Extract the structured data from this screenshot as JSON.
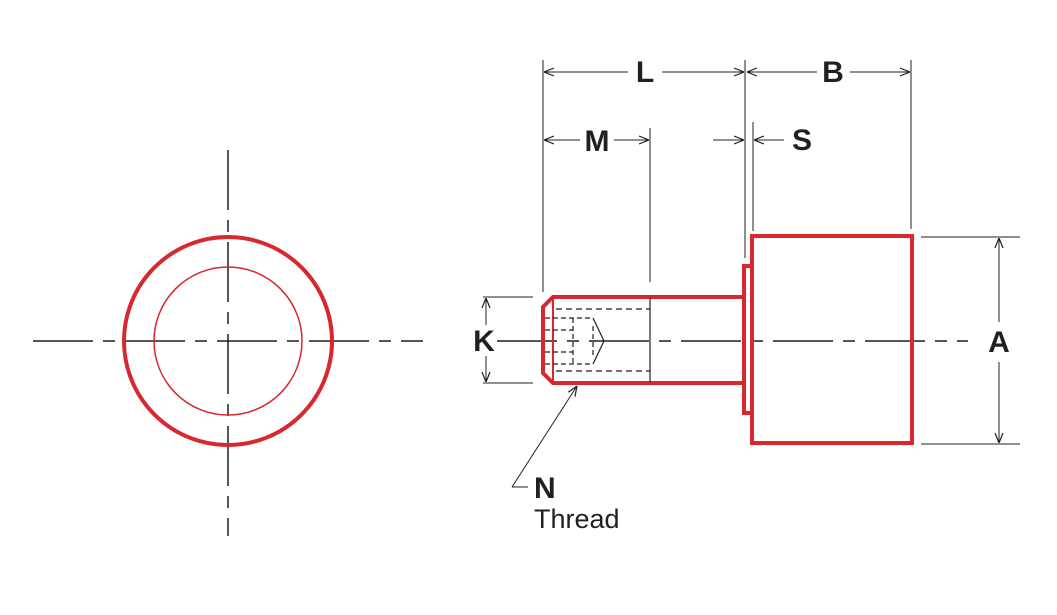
{
  "colors": {
    "part_outline": "#d7282f",
    "dimension_line": "#231f20",
    "background": "#ffffff"
  },
  "labels": {
    "L": "L",
    "B": "B",
    "M": "M",
    "S": "S",
    "K": "K",
    "A": "A",
    "N": "N",
    "thread": "Thread"
  }
}
